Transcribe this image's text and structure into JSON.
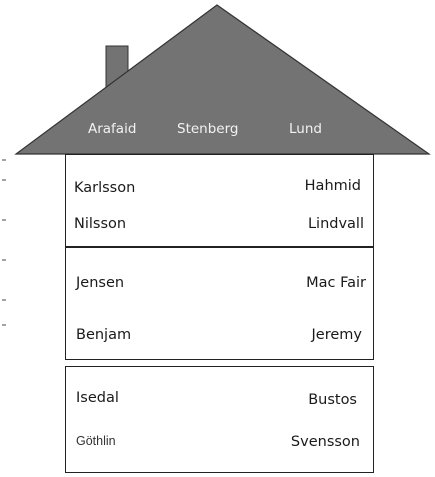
{
  "roof": {
    "names": [
      "Arafaid",
      "Stenberg",
      "Lund"
    ],
    "color": "#737373"
  },
  "floors": [
    {
      "left": [
        "Karlsson",
        "Nilsson"
      ],
      "right": [
        "Hahmid",
        "Lindvall"
      ]
    },
    {
      "left": [
        "Jensen",
        "Benjam"
      ],
      "right": [
        "Mac Fair",
        "Jeremy"
      ]
    },
    {
      "left": [
        "Isedal",
        "Göthlin"
      ],
      "right": [
        "Bustos",
        "Svensson"
      ]
    }
  ],
  "colors": {
    "stairs": "#c9bde6",
    "stairs_edge": "#8f7fb8",
    "outline": "#222222"
  }
}
